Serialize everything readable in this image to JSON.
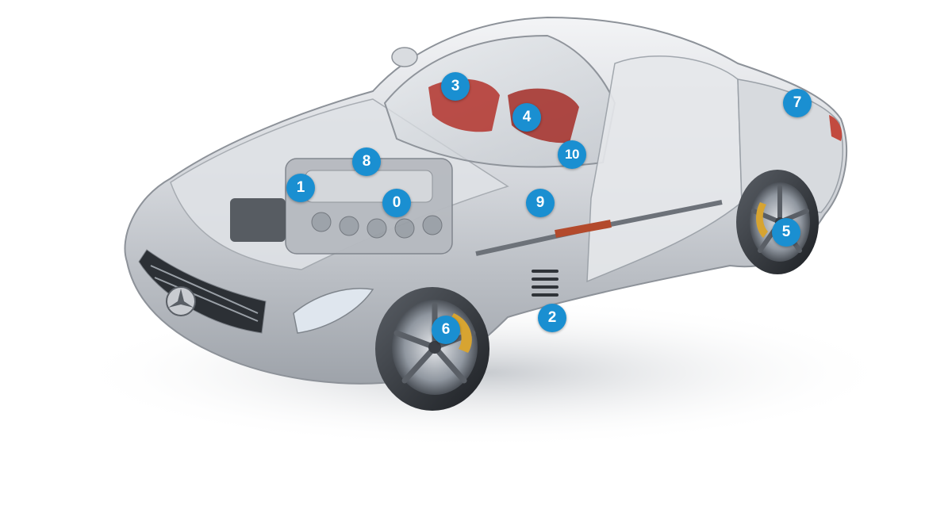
{
  "colors": {
    "accent": "#1a8fd1",
    "background": "#ffffff",
    "body_silver": "#c9ccd1",
    "brake_caliper": "#d7a431",
    "seat_red": "#b3322c"
  },
  "image": {
    "subject": "cutaway-sports-car-icon"
  },
  "hotspots": [
    {
      "label": "0"
    },
    {
      "label": "1"
    },
    {
      "label": "2"
    },
    {
      "label": "3"
    },
    {
      "label": "4"
    },
    {
      "label": "5"
    },
    {
      "label": "6"
    },
    {
      "label": "7"
    },
    {
      "label": "8"
    },
    {
      "label": "9"
    },
    {
      "label": "10"
    }
  ]
}
